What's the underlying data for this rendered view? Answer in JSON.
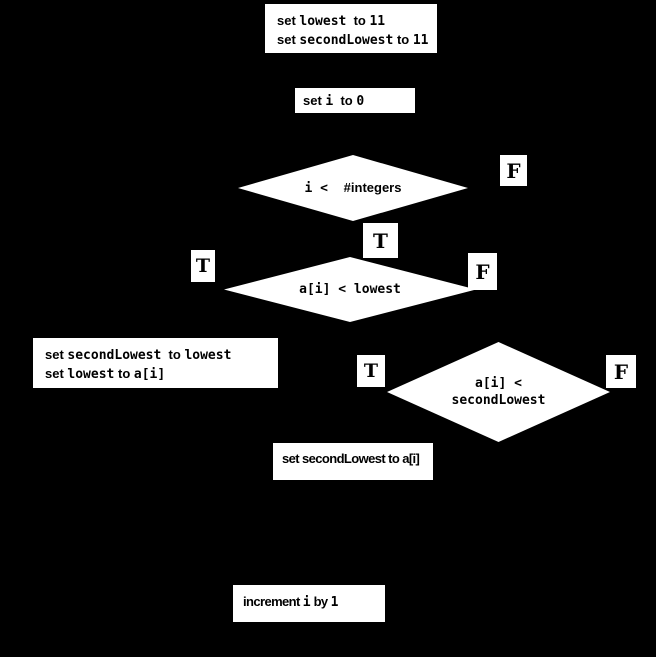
{
  "background_color": "#000000",
  "node_fill_color": "#ffffff",
  "text_color": "#000000",
  "nodes": {
    "init": {
      "l1s1": "set ",
      "l1s2": "lowest",
      "l1s3": "  to ",
      "l1s4": "11",
      "l2s1": "set ",
      "l2s2": "secondLowest",
      "l2s3": " to ",
      "l2s4": "11"
    },
    "set_i": {
      "s1": "set ",
      "s2": "i",
      "s3": "  to ",
      "s4": "0"
    },
    "cond_loop": {
      "s1": "i <  ",
      "s2": "#integers"
    },
    "cond_lowest": {
      "text": "a[i] < lowest"
    },
    "update_lowest": {
      "l1s1": "set ",
      "l1s2": "secondLowest",
      "l1s3": "  to ",
      "l1s4": "lowest",
      "l2s1": "set ",
      "l2s2": "lowest",
      "l2s3": " to ",
      "l2s4": "a[i]"
    },
    "cond_second": {
      "line1": "a[i] <",
      "line2": "secondLowest"
    },
    "set_second": {
      "text": "set secondLowest to a[i]"
    },
    "increment": {
      "s1": "increment ",
      "s2": "i",
      "s3": " by ",
      "s4": "1"
    }
  },
  "branch_labels": {
    "loop_false": "F",
    "loop_true": "T",
    "lowest_true": "T",
    "lowest_false": "F",
    "second_true": "T",
    "second_false": "F"
  }
}
